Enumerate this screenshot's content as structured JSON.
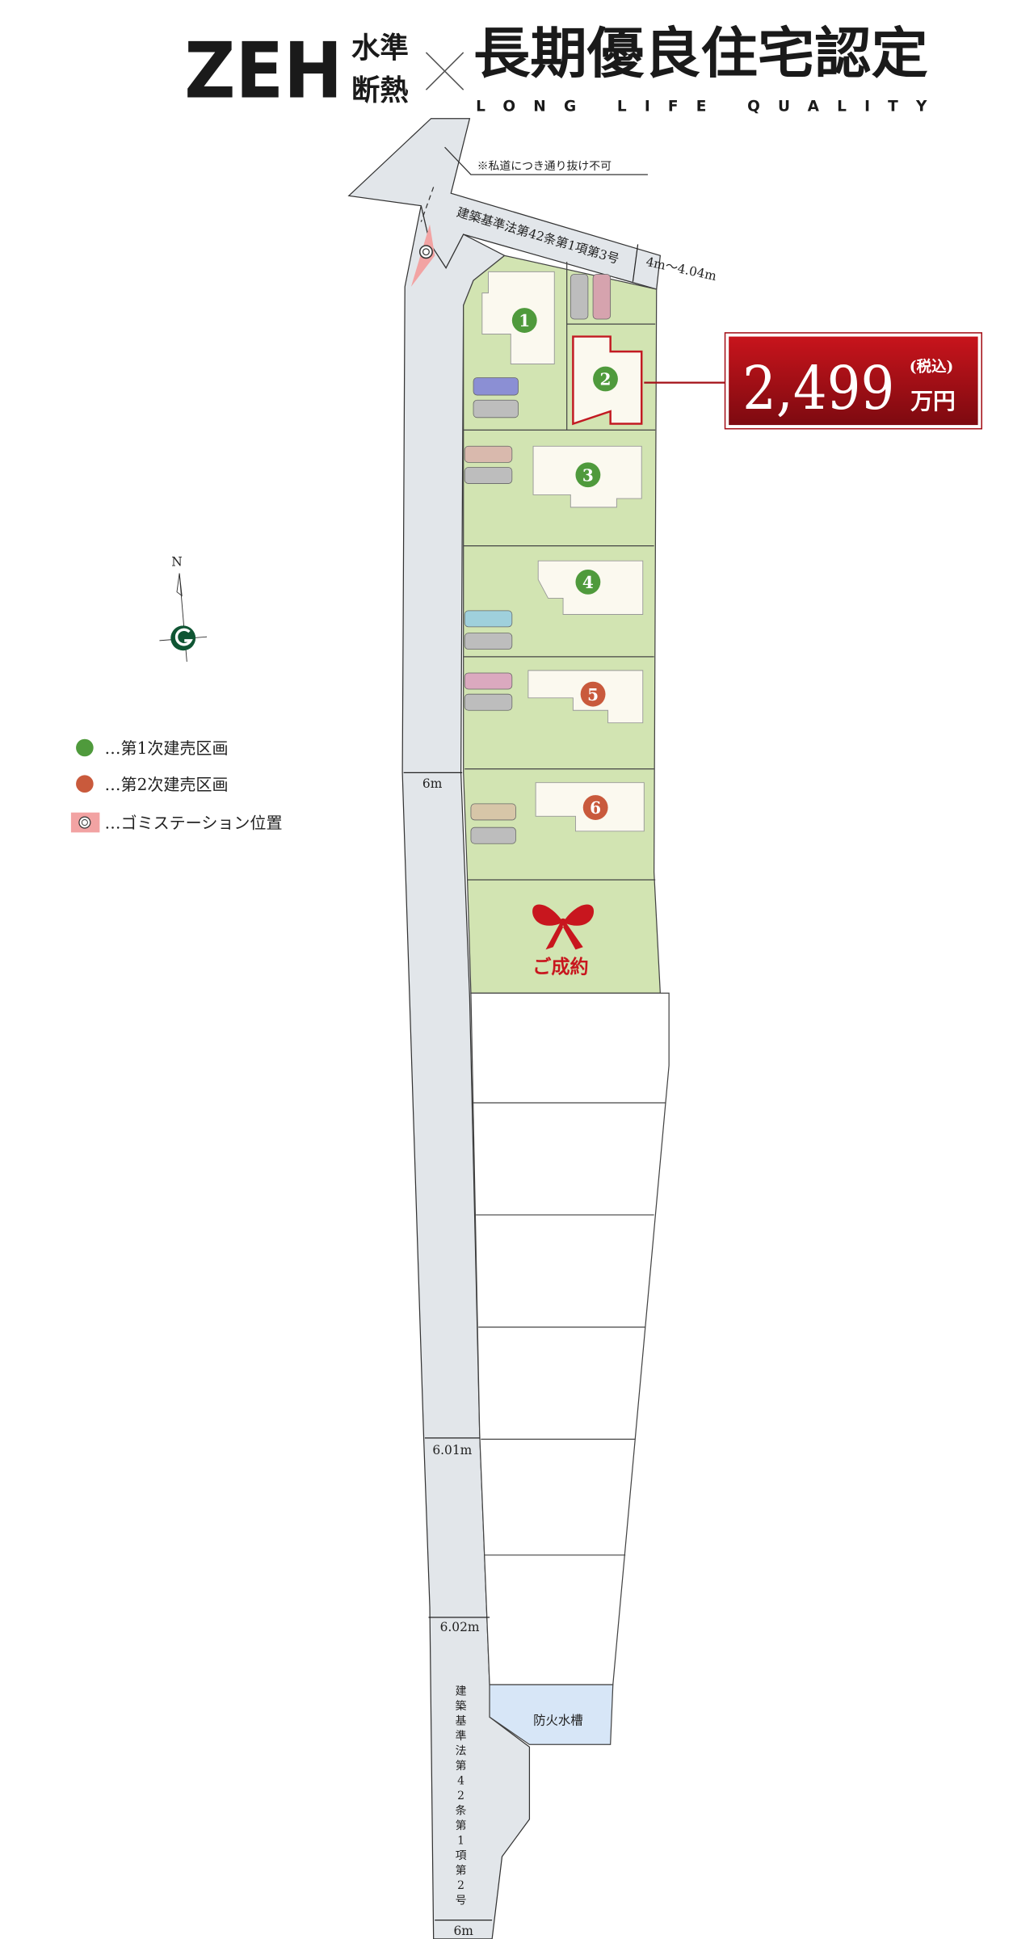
{
  "header": {
    "zeh": "ZEH",
    "zeh_sub_1": "水準",
    "zeh_sub_2": "断熱",
    "times": "×",
    "title": "長期優良住宅認定",
    "subtitle": "LONG LIFE QUALITY"
  },
  "map": {
    "private_road_note": "※私道につき通り抜け不可",
    "north_road_label": "建築基準法第42条第1項第3号",
    "north_road_width": "4m〜4.04m",
    "west_road_label_chars": [
      "建",
      "築",
      "基",
      "準",
      "法",
      "第",
      "4",
      "2",
      "条",
      "第",
      "1",
      "項",
      "第",
      "2",
      "号"
    ],
    "west_road_label": "建築基準法第42条第1項第2号",
    "dim_1": "6m",
    "dim_2": "6.01m",
    "dim_3": "6.02m",
    "dim_4": "6m",
    "fire_tank": "防火水槽",
    "sold_label": "ご成約",
    "compass_n": "N",
    "lots": [
      {
        "number": "1",
        "phase": 1
      },
      {
        "number": "2",
        "phase": 1
      },
      {
        "number": "3",
        "phase": 1
      },
      {
        "number": "4",
        "phase": 1
      },
      {
        "number": "5",
        "phase": 2
      },
      {
        "number": "6",
        "phase": 2
      }
    ]
  },
  "price": {
    "amount": "2,499",
    "tax": "(税込)",
    "unit": "万円"
  },
  "legend": {
    "phase1": "…第1次建売区画",
    "phase2": "…第2次建売区画",
    "garbage": "…ゴミステーション位置"
  },
  "colors": {
    "phase1": "#4f9a3c",
    "phase2": "#c95a3c",
    "lot_green": "#d2e4b2",
    "road": "#e2e6ea",
    "price_red": "#a40f17",
    "garbage_pink": "#f2a3a3",
    "fire_tank": "#d7e6f7"
  }
}
